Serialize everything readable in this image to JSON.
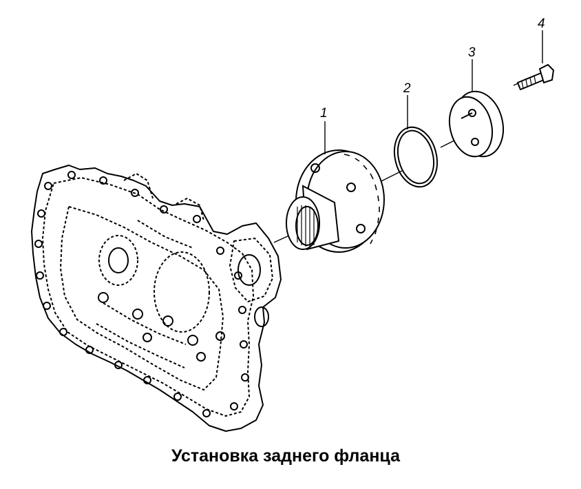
{
  "caption": "Установка заднего фланца",
  "callouts": {
    "flange": "1",
    "ring": "2",
    "washer": "3",
    "bolt": "4"
  }
}
